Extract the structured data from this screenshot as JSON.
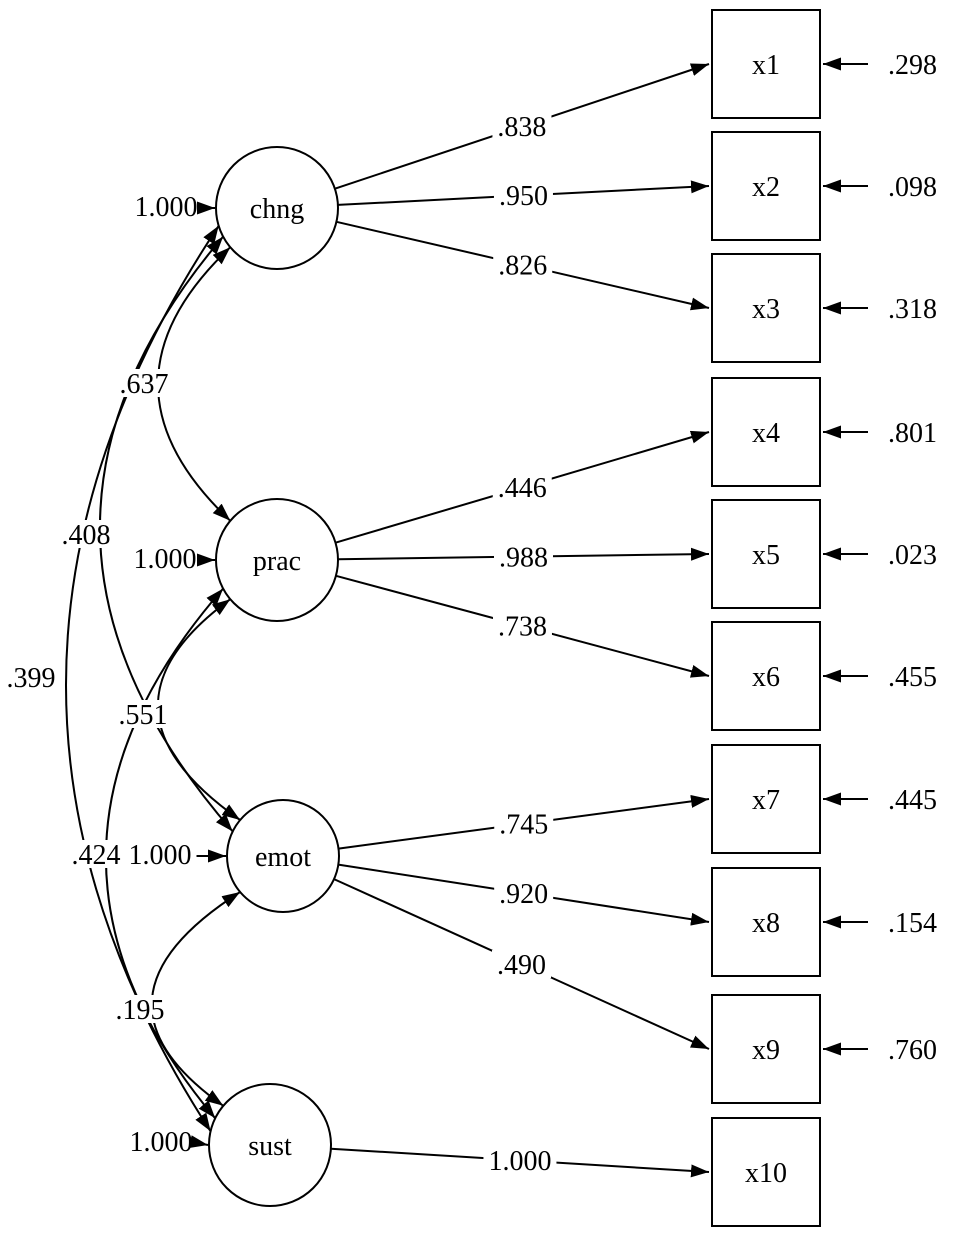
{
  "figure": {
    "type": "sem_cfa_path_diagram",
    "colors": {
      "stroke": "#000000",
      "background": "#ffffff"
    },
    "latent_variables": [
      {
        "id": "chng",
        "label": "chng",
        "variance": "1.000"
      },
      {
        "id": "prac",
        "label": "prac",
        "variance": "1.000"
      },
      {
        "id": "emot",
        "label": "emot",
        "variance": "1.000"
      },
      {
        "id": "sust",
        "label": "sust",
        "variance": "1.000"
      }
    ],
    "observed_variables": [
      {
        "id": "x1",
        "label": "x1",
        "error_variance": ".298"
      },
      {
        "id": "x2",
        "label": "x2",
        "error_variance": ".098"
      },
      {
        "id": "x3",
        "label": "x3",
        "error_variance": ".318"
      },
      {
        "id": "x4",
        "label": "x4",
        "error_variance": ".801"
      },
      {
        "id": "x5",
        "label": "x5",
        "error_variance": ".023"
      },
      {
        "id": "x6",
        "label": "x6",
        "error_variance": ".455"
      },
      {
        "id": "x7",
        "label": "x7",
        "error_variance": ".445"
      },
      {
        "id": "x8",
        "label": "x8",
        "error_variance": ".154"
      },
      {
        "id": "x9",
        "label": "x9",
        "error_variance": ".760"
      },
      {
        "id": "x10",
        "label": "x10",
        "error_variance": null
      }
    ],
    "loadings": [
      {
        "from": "chng",
        "to": "x1",
        "value": ".838"
      },
      {
        "from": "chng",
        "to": "x2",
        "value": ".950"
      },
      {
        "from": "chng",
        "to": "x3",
        "value": ".826"
      },
      {
        "from": "prac",
        "to": "x4",
        "value": ".446"
      },
      {
        "from": "prac",
        "to": "x5",
        "value": ".988"
      },
      {
        "from": "prac",
        "to": "x6",
        "value": ".738"
      },
      {
        "from": "emot",
        "to": "x7",
        "value": ".745"
      },
      {
        "from": "emot",
        "to": "x8",
        "value": ".920"
      },
      {
        "from": "emot",
        "to": "x9",
        "value": ".490"
      },
      {
        "from": "sust",
        "to": "x10",
        "value": "1.000"
      }
    ],
    "correlations": [
      {
        "between": [
          "chng",
          "prac"
        ],
        "value": ".637"
      },
      {
        "between": [
          "chng",
          "emot"
        ],
        "value": ".408"
      },
      {
        "between": [
          "chng",
          "sust"
        ],
        "value": ".399"
      },
      {
        "between": [
          "prac",
          "emot"
        ],
        "value": ".551"
      },
      {
        "between": [
          "prac",
          "sust"
        ],
        "value": ".424"
      },
      {
        "between": [
          "emot",
          "sust"
        ],
        "value": ".195"
      }
    ]
  }
}
